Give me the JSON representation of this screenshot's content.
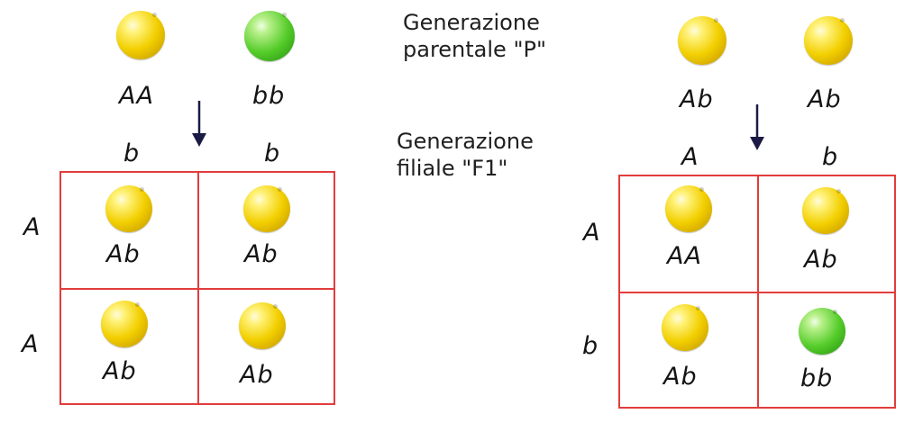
{
  "captions": {
    "parental_line1": "Generazione",
    "parental_line2": "parentale \"P\"",
    "filial_line1": "Generazione",
    "filial_line2": "filiale \"F1\""
  },
  "colors": {
    "yellow_pea": "#f2cf00",
    "green_pea": "#55cc2a",
    "grid_border": "#e23c3c",
    "arrow": "#1a1a44"
  },
  "left_cross": {
    "parents": [
      {
        "genotype": "AA",
        "color": "yellow"
      },
      {
        "genotype": "bb",
        "color": "green"
      }
    ],
    "column_gametes": [
      "b",
      "b"
    ],
    "row_gametes": [
      "A",
      "A"
    ],
    "cells": [
      {
        "genotype": "Ab",
        "color": "yellow"
      },
      {
        "genotype": "Ab",
        "color": "yellow"
      },
      {
        "genotype": "Ab",
        "color": "yellow"
      },
      {
        "genotype": "Ab",
        "color": "yellow"
      }
    ]
  },
  "right_cross": {
    "parents": [
      {
        "genotype": "Ab",
        "color": "yellow"
      },
      {
        "genotype": "Ab",
        "color": "yellow"
      }
    ],
    "column_gametes": [
      "A",
      "b"
    ],
    "row_gametes": [
      "A",
      "b"
    ],
    "cells": [
      {
        "genotype": "AA",
        "color": "yellow"
      },
      {
        "genotype": "Ab",
        "color": "yellow"
      },
      {
        "genotype": "Ab",
        "color": "yellow"
      },
      {
        "genotype": "bb",
        "color": "green"
      }
    ]
  }
}
